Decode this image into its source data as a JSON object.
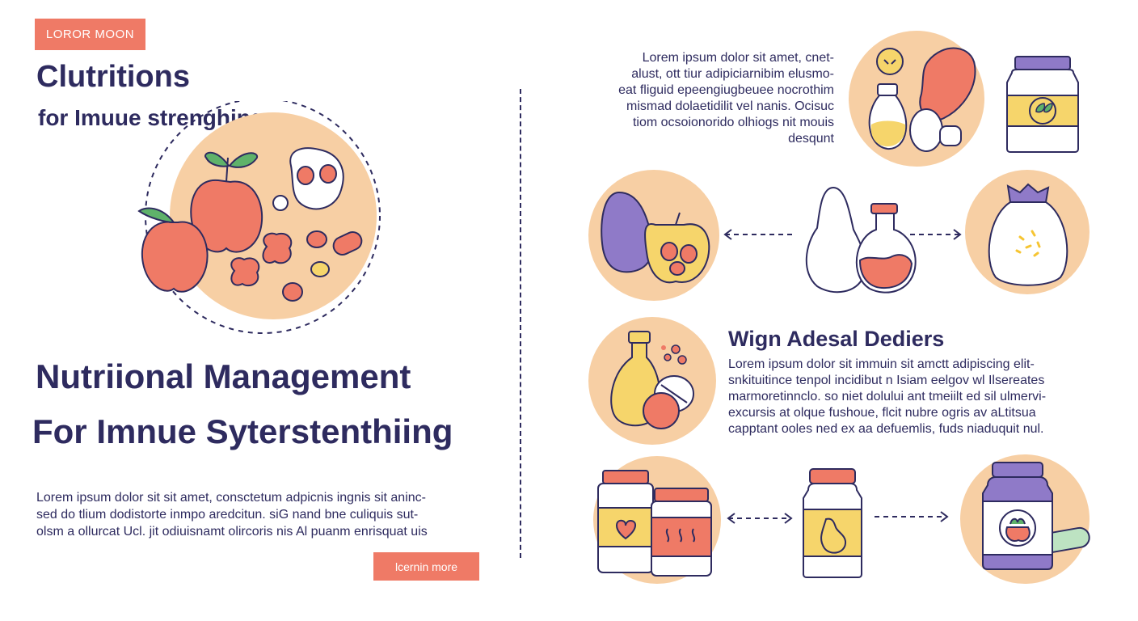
{
  "badge": {
    "label": "LOROR MOON"
  },
  "hero": {
    "title_line1": "Clutritions",
    "title_line2": "for Imuue strenghing"
  },
  "main": {
    "heading_line1": "Nutriional Management",
    "heading_line2": "For Imnue Syterstenthiing",
    "paragraph": [
      "Lorem ipsum dolor sit sit amet, consctetum adpicnis ingnis sit aninc-",
      "sed do tlium dodistorte inmpo aredcitun. siG nand bne culiquis sut-",
      "olsm a ollurcat Ucl. jit odiuisnamt olircoris nis Al puanm enrisquat uis"
    ],
    "learn_more": "lcernin more"
  },
  "right": {
    "top_paragraph": [
      "Lorem ipsum dolor sit amet, cnet-",
      "alust, ott tiur adipiciarnibim elusmo-",
      "eat fliguid epeengiugbeuee nocrothim",
      "mismad dolaetidilit vel nanis. Ocisuc",
      "tiom ocsoionorido olhiogs nit mouis",
      "desqunt"
    ],
    "section_heading": "Wign Adesal Dediers",
    "section_paragraph": [
      "Lorem ipsum dolor sit immuin sit amctt adipiscing elit-",
      "snkituitince tenpol incidibut n Isiam eelgov wl Ilsereates",
      "marmoretinnclo. so niet dolului ant tmeiilt ed sil ulmervi-",
      "excursis at olque fushoue, flcit nubre ogris av aLtitsua",
      "capptant ooles ned ex aa defuemlis, fuds niaduquit nul."
    ]
  },
  "colors": {
    "navy": "#2e2b5f",
    "coral": "#ef7a66",
    "peach": "#f7cfa4",
    "purple": "#8f7ac8",
    "yellow": "#f6d56b"
  },
  "icons": [
    "fruit-circle-icon",
    "oil-bottle-egg-icon",
    "supplement-jar-icon",
    "avocado-apple-icon",
    "pear-flask-icon",
    "grain-sack-icon",
    "oil-pill-icon",
    "supplement-bottles-icon",
    "stomach-jar-icon",
    "berry-jar-icon"
  ]
}
